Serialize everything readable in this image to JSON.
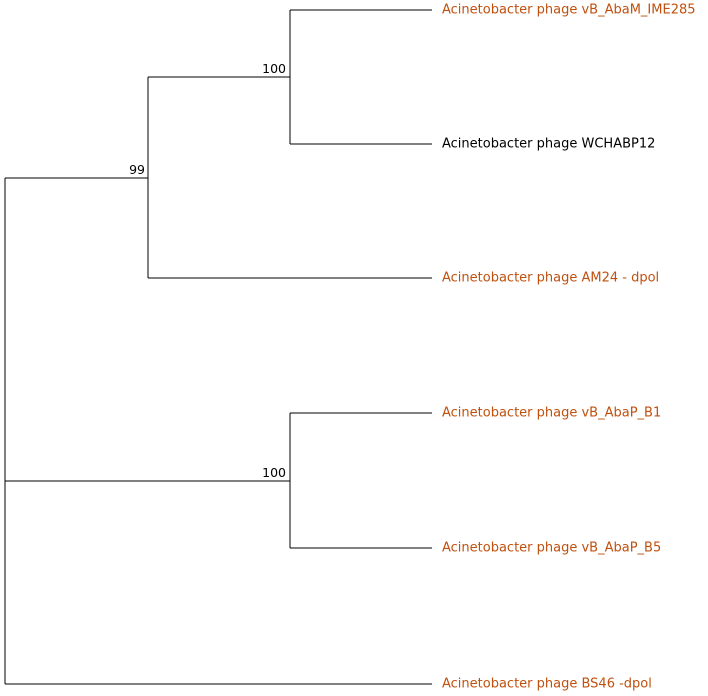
{
  "colors": {
    "highlight": "#c0500e",
    "normal": "#000000"
  },
  "tree": {
    "leaves": [
      {
        "label": "Acinetobacter phage vB_AbaM_IME285",
        "highlight": true
      },
      {
        "label": "Acinetobacter phage WCHABP12",
        "highlight": false
      },
      {
        "label": "Acinetobacter phage AM24 - dpol",
        "highlight": true
      },
      {
        "label": "Acinetobacter phage vB_AbaP_B1",
        "highlight": true
      },
      {
        "label": "Acinetobacter phage vB_AbaP_B5",
        "highlight": true
      },
      {
        "label": "Acinetobacter phage BS46 -dpol",
        "highlight": true
      }
    ],
    "support_values": [
      {
        "node": "clade-IME285-WCHABP12",
        "value": "100"
      },
      {
        "node": "clade-IME285-WCHABP12-AM24",
        "value": "99"
      },
      {
        "node": "clade-B1-B5",
        "value": "100"
      }
    ]
  }
}
